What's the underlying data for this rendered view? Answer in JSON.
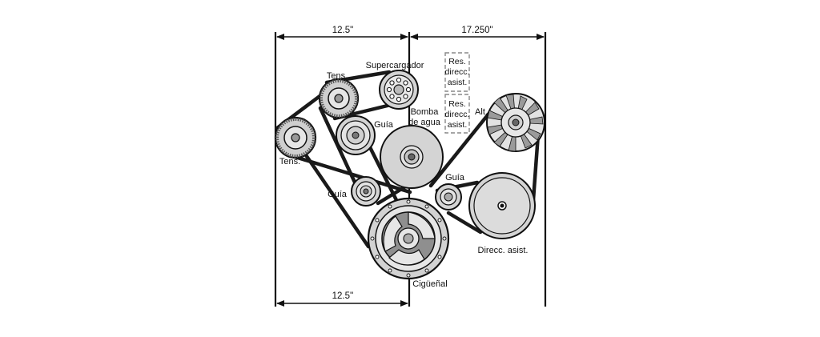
{
  "dimensions": {
    "top_left": "12.5\"",
    "top_right": "17.250\"",
    "bottom_left": "12.5''"
  },
  "labels": {
    "supercharger": "Supercargador",
    "tensioner_top": "Tens.",
    "tensioner_left": "Tens.",
    "idler_upper": "Guía",
    "idler_lower": "Guía",
    "idler_right": "Guía",
    "water_pump_line1": "Bomba",
    "water_pump_line2": "de agua",
    "reservoir_a": [
      "Res.",
      "direcc.",
      "asist."
    ],
    "reservoir_b": [
      "Res.",
      "direcc.",
      "asist."
    ],
    "alternator": "Alt.",
    "power_steering": "Direcc. asist.",
    "crankshaft": "Cigüeñal"
  },
  "colors": {
    "belt": "#1a1a1a",
    "pulley_fill": "#d4d4d4",
    "pulley_dark": "#9a9a9a",
    "line": "#111111",
    "dashed_box": "#888888"
  },
  "icons": {
    "tensioner": "ribbed-pulley-icon",
    "alternator": "fan-pulley-icon",
    "crankshaft": "spoked-pulley-icon"
  }
}
